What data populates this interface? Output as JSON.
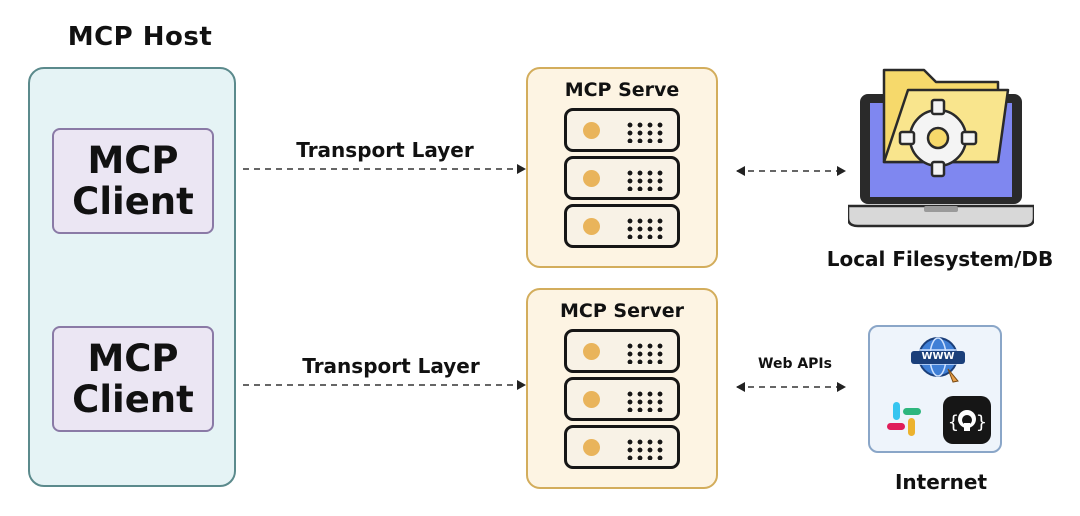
{
  "host": {
    "title": "MCP Host"
  },
  "clients": [
    {
      "line1": "MCP",
      "line2": "Client"
    },
    {
      "line1": "MCP",
      "line2": "Client"
    }
  ],
  "links": [
    {
      "label": "Transport Layer"
    },
    {
      "label": "Transport Layer"
    }
  ],
  "servers": [
    {
      "title": "MCP Serve"
    },
    {
      "title": "MCP Server"
    }
  ],
  "local": {
    "label": "Local Filesystem/DB"
  },
  "web": {
    "arrow_label": "Web APIs",
    "label": "Internet",
    "www_text": "WWW"
  },
  "colors": {
    "host_bg": "#e5f3f5",
    "client_bg": "#ebe6f3",
    "server_bg": "#fdf4e3",
    "accent": "#e9b45b",
    "screen": "#7f87f0",
    "folder": "#f6d96b"
  }
}
